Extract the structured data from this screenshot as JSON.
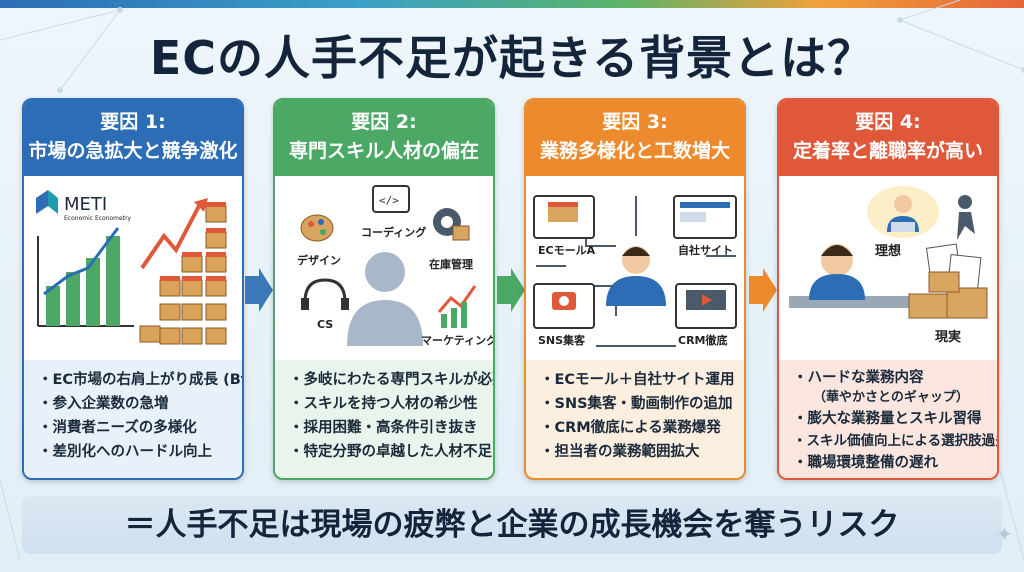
{
  "title": "ECの人手不足が起きる背景とは？",
  "colors": {
    "factor1": "#2c6db5",
    "factor2": "#4ba865",
    "factor3": "#ec8a2d",
    "factor4": "#e0583a"
  },
  "factors": [
    {
      "number": "要因 1:",
      "heading": "市場の急拡大と競争激化",
      "logo": {
        "mark": "METI",
        "caption": "Economic Econometry"
      },
      "points": [
        "EC市場の右肩上がり成長 (BtoC)",
        "参入企業数の急増",
        "消費者ニーズの多様化",
        "差別化へのハードル向上"
      ]
    },
    {
      "number": "要因 2:",
      "heading": "専門スキル人材の偏在",
      "skills": {
        "design": "デザイン",
        "coding": "コーディング",
        "inventory": "在庫管理",
        "cs": "CS",
        "marketing": "マーケティング"
      },
      "points": [
        "多岐にわたる専門スキルが必要",
        "スキルを持つ人材の希少性",
        "採用困難・高条件引き抜き",
        "特定分野の卓越した人材不足"
      ]
    },
    {
      "number": "要因 3:",
      "heading": "業務多様化と工数増大",
      "channels": {
        "ec_mall": "ECモールA",
        "own_site": "自社サイト",
        "sns": "SNS集客",
        "crm": "CRM徹底"
      },
      "points": [
        "ECモール＋自社サイト運用",
        "SNS集客・動画制作の追加",
        "CRM徹底による業務爆発",
        "担当者の業務範囲拡大"
      ]
    },
    {
      "number": "要因 4:",
      "heading": "定着率と離職率が高い",
      "labels": {
        "ideal": "理想",
        "reality": "現実"
      },
      "points": [
        "ハードな業務内容",
        "（華やかさとのギャップ）",
        "膨大な業務量とスキル習得",
        "スキル価値向上による選択肢過多",
        "職場環境整備の遅れ"
      ]
    }
  ],
  "conclusion": "＝人手不足は現場の疲弊と企業の成長機会を奪うリスク"
}
